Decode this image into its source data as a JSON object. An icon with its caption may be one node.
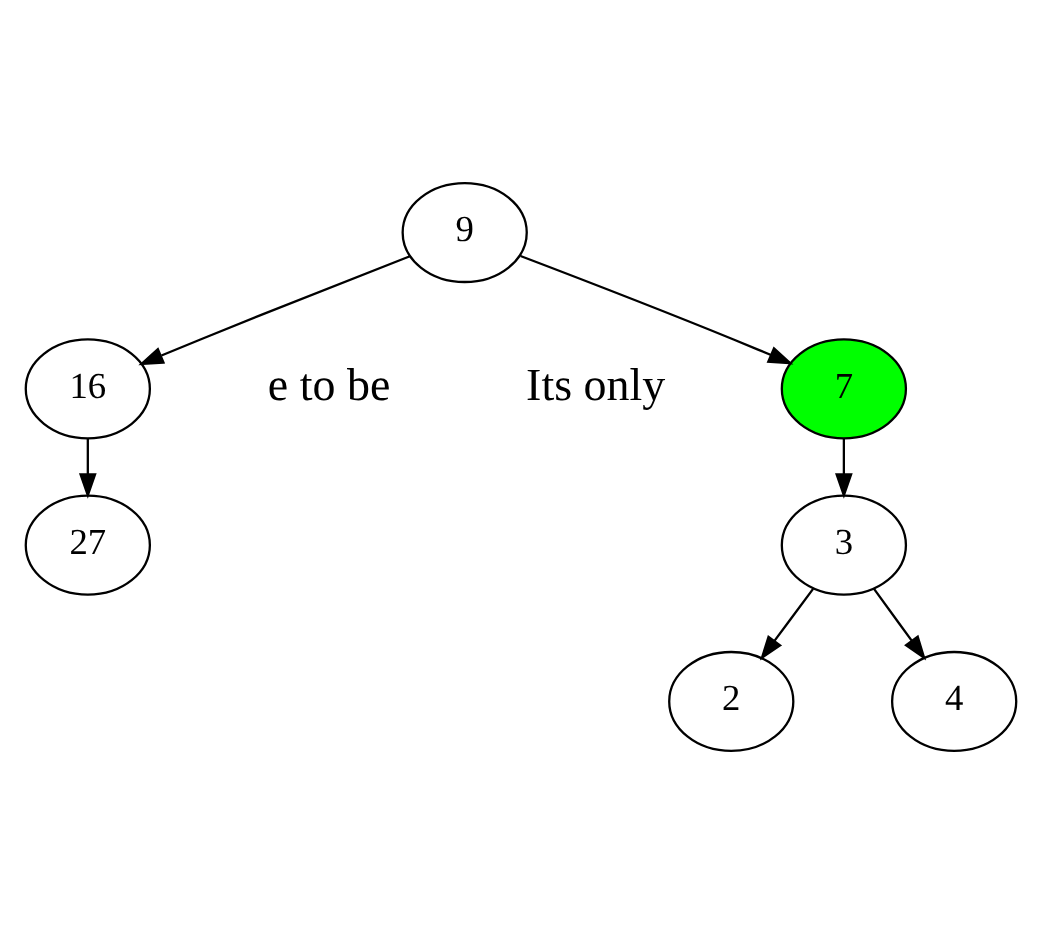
{
  "diagram": {
    "nodes": [
      {
        "text": [
          "9"
        ]
      },
      {
        "text": [
          "7"
        ]
      },
      {
        "text": [
          "16"
        ]
      },
      {
        "text": [
          "3"
        ]
      },
      {
        "text": [
          "27"
        ]
      },
      {
        "text": [
          "2"
        ]
      },
      {
        "text": [
          "4"
        ]
      }
    ],
    "edges": [
      {
        "from": 0,
        "to": 1,
        "arrow": "to"
      },
      {
        "from": 0,
        "to": 2,
        "arrow": "to"
      },
      {
        "from": 1,
        "to": 3,
        "arrow": "to"
      },
      {
        "from": 2,
        "to": 4,
        "arrow": "to"
      },
      {
        "from": 3,
        "to": 5,
        "arrow": "to"
      },
      {
        "from": 3,
        "to": 6,
        "arrow": "to"
      }
    ],
    "labels": [
      "e to be",
      "Its only"
    ]
  }
}
